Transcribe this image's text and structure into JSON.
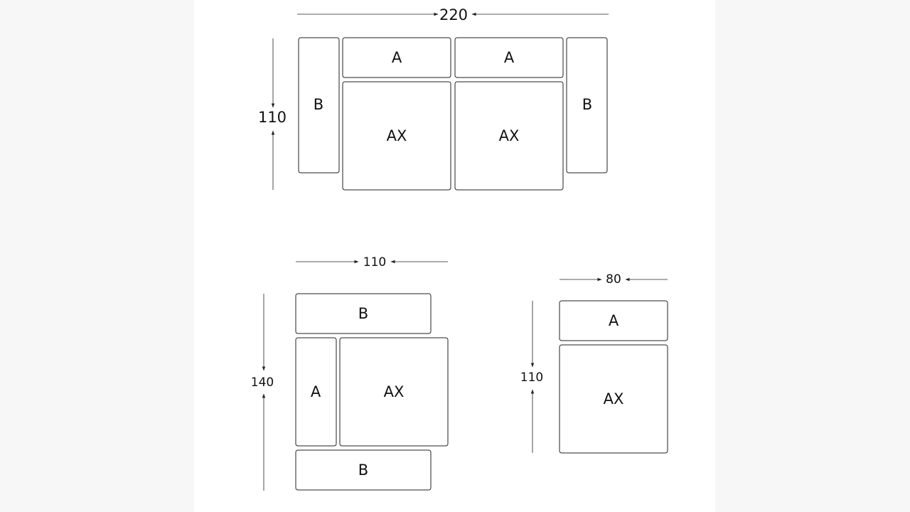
{
  "colors": {
    "background": "#f7f7f7",
    "sheet": "#ffffff",
    "stroke": "#222222"
  },
  "layout_top": {
    "width_label": "220",
    "depth_label": "110",
    "pieces": {
      "arm_left": "B",
      "back_left": "A",
      "back_right": "A",
      "arm_right": "B",
      "seat_left": "AX",
      "seat_right": "AX"
    }
  },
  "layout_bottom_left": {
    "width_label": "110",
    "depth_label": "140",
    "pieces": {
      "top_bar": "B",
      "side": "A",
      "seat": "AX",
      "bottom_bar": "B"
    }
  },
  "layout_bottom_right": {
    "width_label": "80",
    "depth_label": "110",
    "pieces": {
      "back": "A",
      "seat": "AX"
    }
  }
}
